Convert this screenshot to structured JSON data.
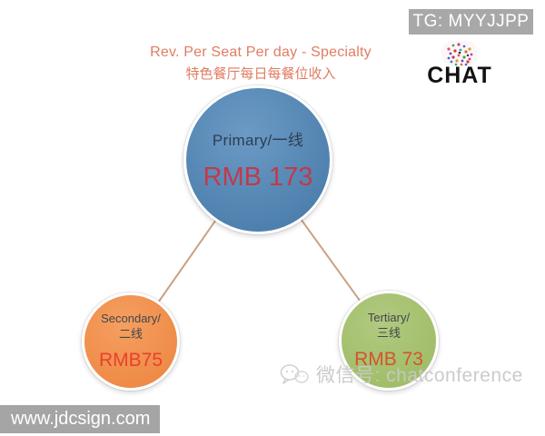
{
  "header": {
    "tg_badge": "TG: MYYJJPP",
    "title_line1": "Rev. Per Seat Per day - Specialty",
    "title_line2": "特色餐厅每日每餐位收入",
    "logo_text": "CHAT"
  },
  "footer": {
    "site_badge": "www.jdcsign.com",
    "watermark_text": "微信号: chatconference",
    "watermark_icon": "wechat-icon"
  },
  "nodes": {
    "primary": {
      "label": "Primary/一线",
      "value": "RMB 173"
    },
    "secondary": {
      "label_line1": "Secondary/",
      "label_line2": "二线",
      "value": "RMB75"
    },
    "tertiary": {
      "label_line1": "Tertiary/",
      "label_line2": "三线",
      "value": "RMB 73"
    }
  },
  "colors": {
    "primary_circle": "#5585b4",
    "secondary_circle": "#f0914e",
    "tertiary_circle": "#a8c275",
    "primary_value_red": "#c2394a",
    "secondary_value_red": "#e8412d",
    "tertiary_value_red": "#d4532d",
    "title_color": "#e07c62",
    "badge_gray": "#a7a7a7",
    "connector_tan": "#c9a184"
  },
  "chart_data": {
    "type": "diagram",
    "title": "Rev. Per Seat Per day - Specialty",
    "subtitle": "特色餐厅每日每餐位收入",
    "unit": "RMB",
    "nodes": [
      {
        "id": "primary",
        "label": "Primary/一线",
        "value_label": "RMB 173",
        "value": 173,
        "color": "#5585b4"
      },
      {
        "id": "secondary",
        "label": "Secondary/二线",
        "value_label": "RMB75",
        "value": 75,
        "color": "#f0914e"
      },
      {
        "id": "tertiary",
        "label": "Tertiary/三线",
        "value_label": "RMB 73",
        "value": 73,
        "color": "#a8c275"
      }
    ],
    "edges": [
      [
        "primary",
        "secondary"
      ],
      [
        "primary",
        "tertiary"
      ]
    ],
    "legend_position": "none",
    "grid": false
  }
}
